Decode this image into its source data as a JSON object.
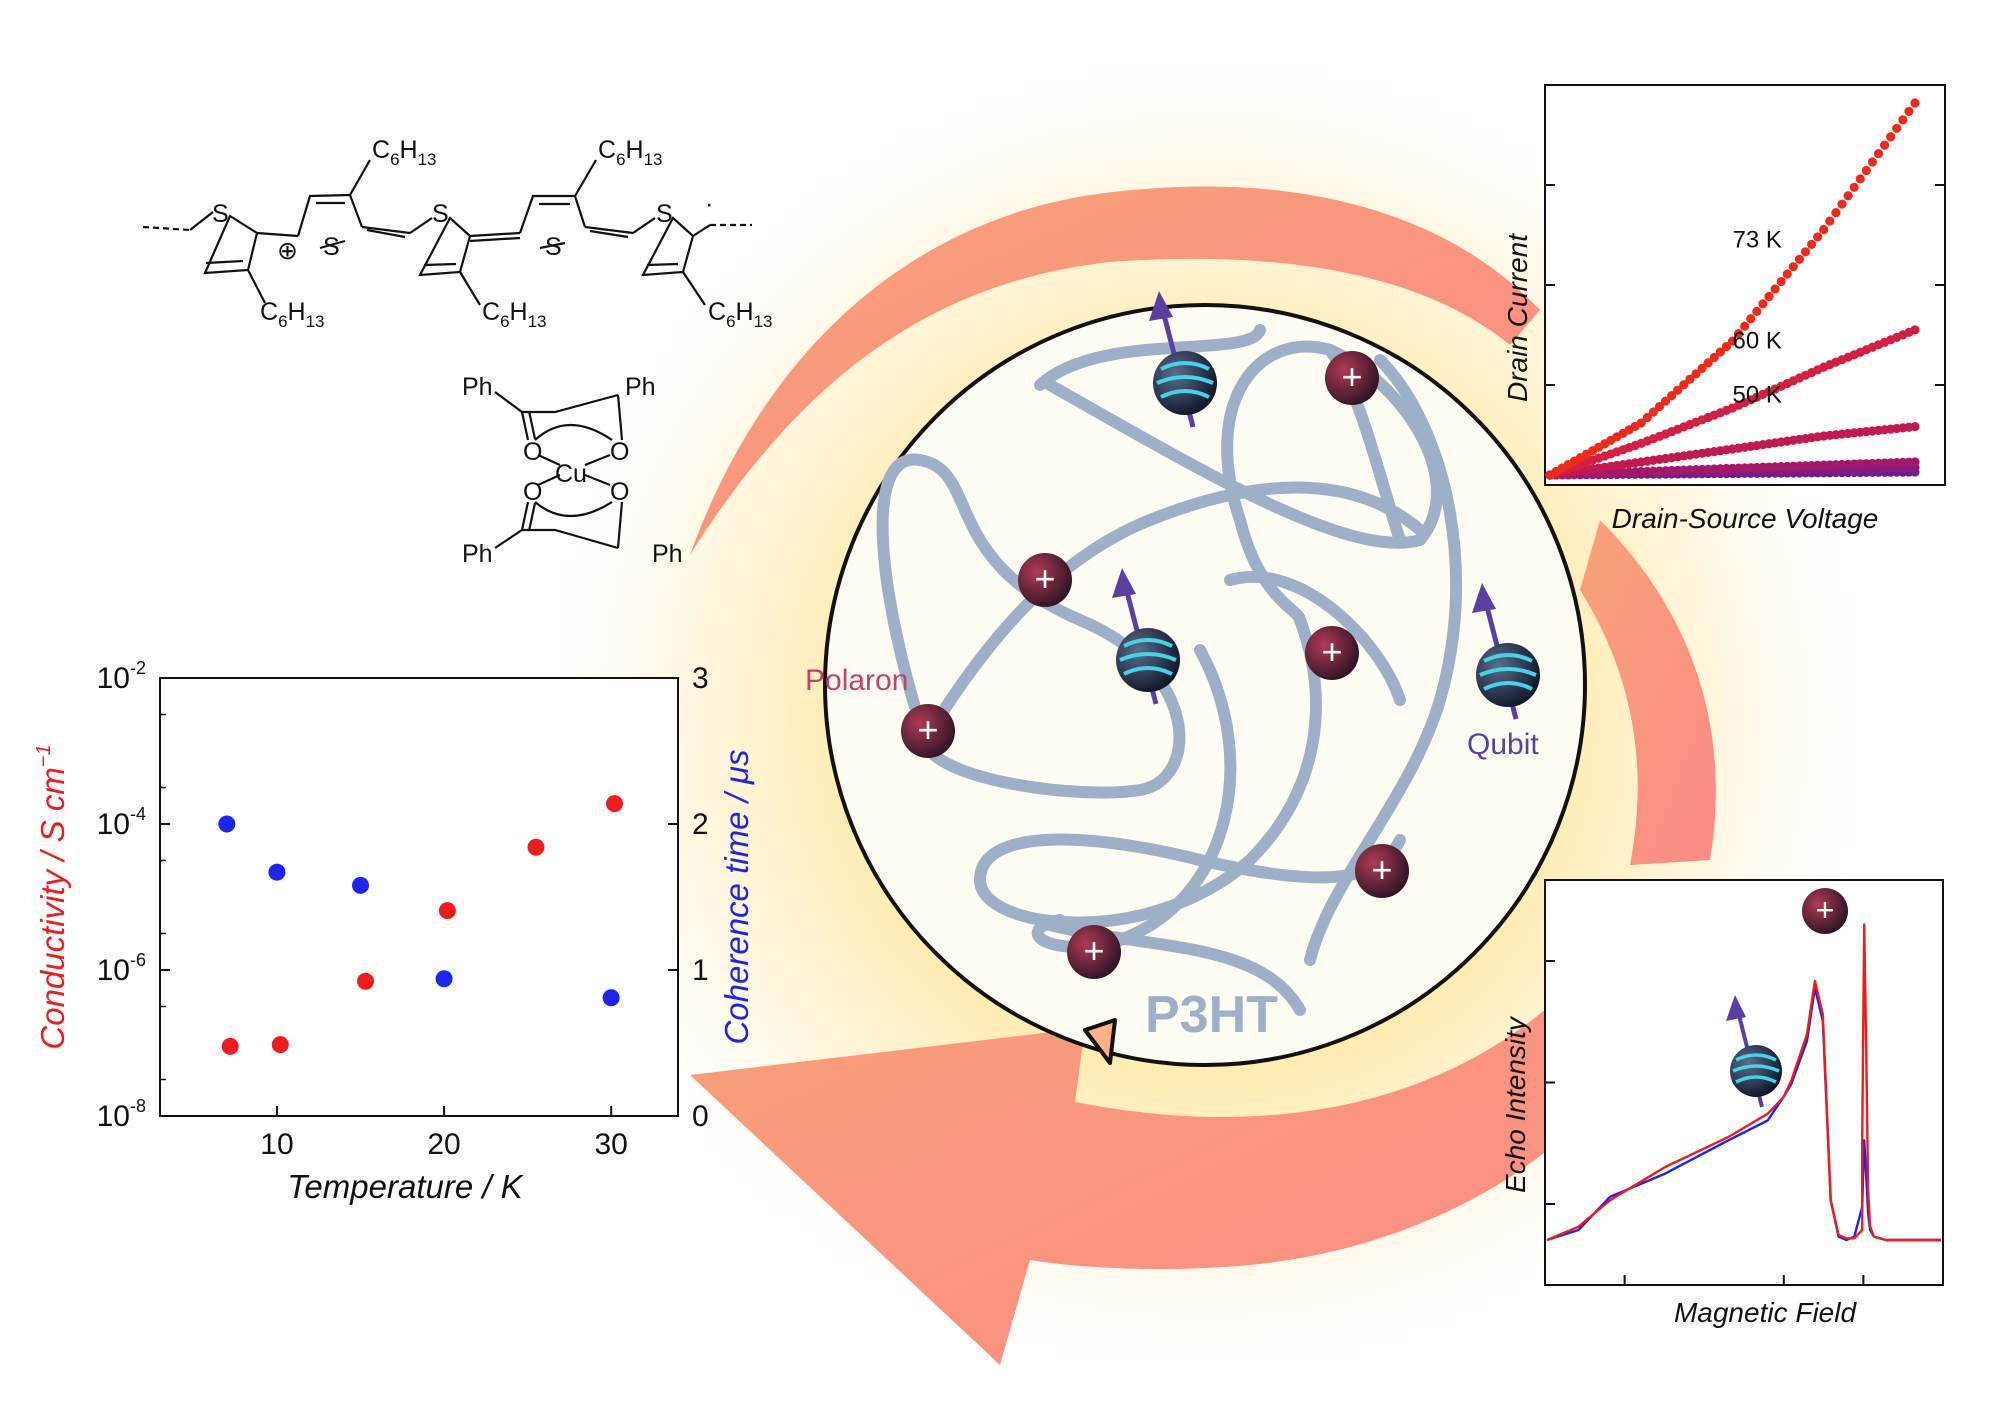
{
  "colors": {
    "conductivity": "#ee1c1c",
    "coherence": "#1c24ee",
    "polaron_label": "#c0426a",
    "qubit_label": "#5b3fa0",
    "chain": "#9eb0c8",
    "arrow": "#f88a7a",
    "glow": "#ffe9a6"
  },
  "molecule": {
    "s_label": "S",
    "hexyl_sub": "C",
    "hexyl_6": "6",
    "hexyl_H": "H",
    "hexyl_13": "13",
    "cation": "⊕",
    "radical": "·",
    "cu_label": "Cu",
    "o_label": "O",
    "ph_label": "Ph"
  },
  "center": {
    "material": "P3HT",
    "polaron_label": "Polaron",
    "qubit_label": "Qubit",
    "plus": "+"
  },
  "chart_data": [
    {
      "type": "scatter",
      "panel": "conductivity-coherence",
      "xlabel": "Temperature / K",
      "ylabel_left": "Conductivity / S cm",
      "ylabel_left_sup": "−1",
      "ylabel_right": "Coherence time / μs",
      "xlim": [
        3,
        34
      ],
      "x_ticks": [
        "10",
        "20",
        "30"
      ],
      "x_tick_values": [
        10,
        20,
        30
      ],
      "y_left_scale": "log",
      "y_left_lim": [
        1e-08,
        0.01
      ],
      "y_left_ticks": [
        {
          "base": "10",
          "exp": "-2"
        },
        {
          "base": "10",
          "exp": "-4"
        },
        {
          "base": "10",
          "exp": "-6"
        },
        {
          "base": "10",
          "exp": "-8"
        }
      ],
      "y_left_tick_values": [
        -2,
        -4,
        -6,
        -8
      ],
      "y_right_lim": [
        0,
        3
      ],
      "y_right_ticks": [
        "3",
        "2",
        "1",
        "0"
      ],
      "y_right_tick_values": [
        3,
        2,
        1,
        0
      ],
      "series": [
        {
          "axis": "left",
          "color": "#ee1c1c",
          "x": [
            7.2,
            10.2,
            15.3,
            20.2,
            25.5,
            30.2
          ],
          "y": [
            9e-08,
            9.5e-08,
            7e-07,
            6.5e-06,
            4.8e-05,
            0.00019
          ]
        },
        {
          "axis": "right",
          "color": "#1c24ee",
          "x": [
            7,
            10,
            15,
            20,
            30
          ],
          "y": [
            2.0,
            1.67,
            1.58,
            0.94,
            0.81
          ]
        }
      ]
    },
    {
      "type": "scatter",
      "panel": "transport",
      "xlabel": "Drain-Source Voltage",
      "ylabel": "Drain Current",
      "series": [
        {
          "name": "73 K",
          "color": "#ee2a1c",
          "x": [
            0,
            0.25,
            0.5,
            0.75,
            1.0
          ],
          "y": [
            0,
            0.14,
            0.36,
            0.66,
            1.0
          ]
        },
        {
          "name": "60 K",
          "color": "#d41e44",
          "x": [
            0,
            0.25,
            0.5,
            0.75,
            1.0
          ],
          "y": [
            0,
            0.085,
            0.18,
            0.29,
            0.39
          ]
        },
        {
          "name": "50 K",
          "color": "#c21a50",
          "x": [
            0,
            0.25,
            0.5,
            0.75,
            1.0
          ],
          "y": [
            0,
            0.035,
            0.07,
            0.105,
            0.13
          ]
        },
        {
          "name": "",
          "color": "#a2186a",
          "x": [
            0,
            0.5,
            1.0
          ],
          "y": [
            0,
            0.018,
            0.035
          ]
        },
        {
          "name": "",
          "color": "#861a7e",
          "x": [
            0,
            0.5,
            1.0
          ],
          "y": [
            0,
            0.01,
            0.02
          ]
        },
        {
          "name": "",
          "color": "#6e1e8c",
          "x": [
            0,
            0.5,
            1.0
          ],
          "y": [
            0,
            0.004,
            0.008
          ]
        }
      ]
    },
    {
      "type": "line",
      "panel": "echo",
      "xlabel": "Magnetic Field",
      "ylabel": "Echo Intensity",
      "series": [
        {
          "color": "#ee1c1c",
          "x": [
            0.0,
            0.08,
            0.16,
            0.3,
            0.46,
            0.56,
            0.6,
            0.62,
            0.66,
            0.68,
            0.7,
            0.72,
            0.74,
            0.76,
            0.78,
            0.8,
            0.8,
            0.805,
            0.81,
            0.815,
            0.82,
            0.83,
            0.86,
            1.0
          ],
          "y": [
            0.0,
            0.04,
            0.12,
            0.22,
            0.31,
            0.38,
            0.43,
            0.48,
            0.62,
            0.78,
            0.68,
            0.12,
            0.015,
            0.005,
            0.005,
            0.03,
            0.3,
            0.95,
            0.6,
            0.15,
            0.04,
            0.01,
            0.0,
            0.0
          ]
        },
        {
          "color": "#1c24ee",
          "x": [
            0.0,
            0.08,
            0.16,
            0.3,
            0.46,
            0.56,
            0.6,
            0.62,
            0.66,
            0.68,
            0.7,
            0.72,
            0.74,
            0.76,
            0.78,
            0.8,
            0.805,
            0.81,
            0.815,
            0.82,
            0.83,
            0.86,
            1.0
          ],
          "y": [
            0.0,
            0.03,
            0.13,
            0.2,
            0.3,
            0.36,
            0.43,
            0.47,
            0.6,
            0.76,
            0.66,
            0.12,
            0.01,
            0.0,
            0.01,
            0.1,
            0.3,
            0.2,
            0.08,
            0.03,
            0.01,
            0.0,
            0.0
          ]
        }
      ]
    }
  ]
}
